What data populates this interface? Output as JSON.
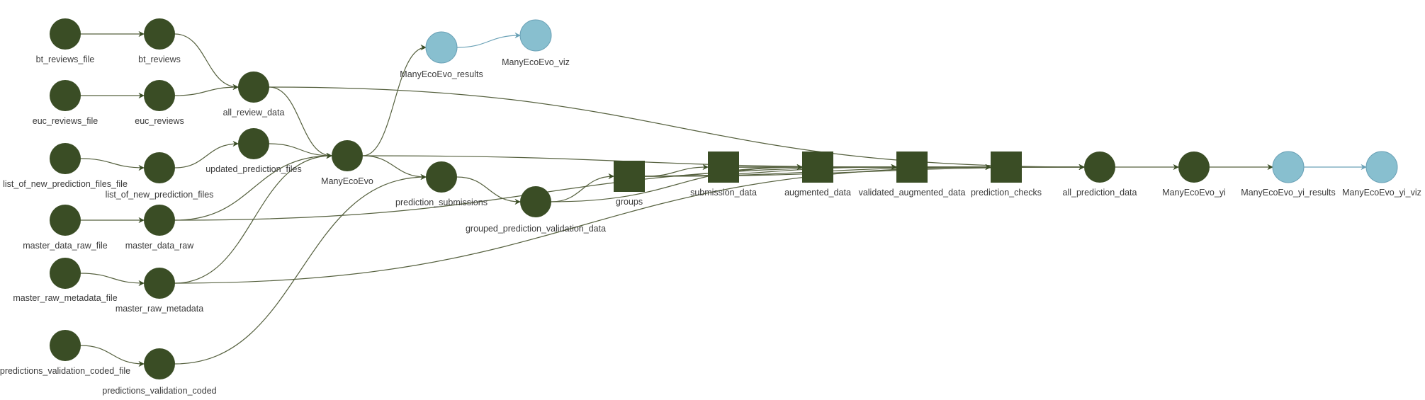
{
  "colors": {
    "dark_node": "#3a4d25",
    "light_node": "#88bfcf",
    "dark_edge": "#56613f",
    "light_edge": "#6aa1b6",
    "label": "#3a3a3a"
  },
  "nodes": [
    {
      "id": "bt_reviews_file",
      "label": "bt_reviews_file",
      "shape": "circle",
      "style": "dark"
    },
    {
      "id": "bt_reviews",
      "label": "bt_reviews",
      "shape": "circle",
      "style": "dark"
    },
    {
      "id": "euc_reviews_file",
      "label": "euc_reviews_file",
      "shape": "circle",
      "style": "dark"
    },
    {
      "id": "euc_reviews",
      "label": "euc_reviews",
      "shape": "circle",
      "style": "dark"
    },
    {
      "id": "all_review_data",
      "label": "all_review_data",
      "shape": "circle",
      "style": "dark"
    },
    {
      "id": "list_of_new_prediction_files_file",
      "label": "list_of_new_prediction_files_file",
      "shape": "circle",
      "style": "dark"
    },
    {
      "id": "list_of_new_prediction_files",
      "label": "list_of_new_prediction_files",
      "shape": "circle",
      "style": "dark"
    },
    {
      "id": "updated_prediction_files",
      "label": "updated_prediction_files",
      "shape": "circle",
      "style": "dark"
    },
    {
      "id": "master_data_raw_file",
      "label": "master_data_raw_file",
      "shape": "circle",
      "style": "dark"
    },
    {
      "id": "master_data_raw",
      "label": "master_data_raw",
      "shape": "circle",
      "style": "dark"
    },
    {
      "id": "master_raw_metadata_file",
      "label": "master_raw_metadata_file",
      "shape": "circle",
      "style": "dark"
    },
    {
      "id": "master_raw_metadata",
      "label": "master_raw_metadata",
      "shape": "circle",
      "style": "dark"
    },
    {
      "id": "predictions_validation_coded_file",
      "label": "predictions_validation_coded_file",
      "shape": "circle",
      "style": "dark"
    },
    {
      "id": "predictions_validation_coded",
      "label": "predictions_validation_coded",
      "shape": "circle",
      "style": "dark"
    },
    {
      "id": "ManyEcoEvo",
      "label": "ManyEcoEvo",
      "shape": "circle",
      "style": "dark"
    },
    {
      "id": "ManyEcoEvo_results",
      "label": "ManyEcoEvo_results",
      "shape": "circle",
      "style": "light"
    },
    {
      "id": "ManyEcoEvo_viz",
      "label": "ManyEcoEvo_viz",
      "shape": "circle",
      "style": "light"
    },
    {
      "id": "prediction_submissions",
      "label": "prediction_submissions",
      "shape": "circle",
      "style": "dark"
    },
    {
      "id": "grouped_prediction_validation_data",
      "label": "grouped_prediction_validation_data",
      "shape": "circle",
      "style": "dark"
    },
    {
      "id": "groups",
      "label": "groups",
      "shape": "square",
      "style": "dark"
    },
    {
      "id": "submission_data",
      "label": "submission_data",
      "shape": "square",
      "style": "dark"
    },
    {
      "id": "augmented_data",
      "label": "augmented_data",
      "shape": "square",
      "style": "dark"
    },
    {
      "id": "validated_augmented_data",
      "label": "validated_augmented_data",
      "shape": "square",
      "style": "dark"
    },
    {
      "id": "prediction_checks",
      "label": "prediction_checks",
      "shape": "square",
      "style": "dark"
    },
    {
      "id": "all_prediction_data",
      "label": "all_prediction_data",
      "shape": "circle",
      "style": "dark"
    },
    {
      "id": "ManyEcoEvo_yi",
      "label": "ManyEcoEvo_yi",
      "shape": "circle",
      "style": "dark"
    },
    {
      "id": "ManyEcoEvo_yi_results",
      "label": "ManyEcoEvo_yi_results",
      "shape": "circle",
      "style": "light"
    },
    {
      "id": "ManyEcoEvo_yi_viz",
      "label": "ManyEcoEvo_yi_viz",
      "shape": "circle",
      "style": "light"
    }
  ],
  "edges": [
    {
      "from": "bt_reviews_file",
      "to": "bt_reviews"
    },
    {
      "from": "euc_reviews_file",
      "to": "euc_reviews"
    },
    {
      "from": "bt_reviews",
      "to": "all_review_data"
    },
    {
      "from": "euc_reviews",
      "to": "all_review_data"
    },
    {
      "from": "list_of_new_prediction_files_file",
      "to": "list_of_new_prediction_files"
    },
    {
      "from": "list_of_new_prediction_files",
      "to": "updated_prediction_files"
    },
    {
      "from": "master_data_raw_file",
      "to": "master_data_raw"
    },
    {
      "from": "master_raw_metadata_file",
      "to": "master_raw_metadata"
    },
    {
      "from": "predictions_validation_coded_file",
      "to": "predictions_validation_coded"
    },
    {
      "from": "all_review_data",
      "to": "ManyEcoEvo"
    },
    {
      "from": "updated_prediction_files",
      "to": "ManyEcoEvo"
    },
    {
      "from": "master_data_raw",
      "to": "ManyEcoEvo"
    },
    {
      "from": "master_raw_metadata",
      "to": "ManyEcoEvo"
    },
    {
      "from": "ManyEcoEvo",
      "to": "ManyEcoEvo_results"
    },
    {
      "from": "ManyEcoEvo_results",
      "to": "ManyEcoEvo_viz",
      "style": "light"
    },
    {
      "from": "ManyEcoEvo",
      "to": "prediction_submissions"
    },
    {
      "from": "predictions_validation_coded",
      "to": "prediction_submissions"
    },
    {
      "from": "prediction_submissions",
      "to": "grouped_prediction_validation_data"
    },
    {
      "from": "grouped_prediction_validation_data",
      "to": "groups"
    },
    {
      "from": "groups",
      "to": "submission_data"
    },
    {
      "from": "groups",
      "to": "augmented_data"
    },
    {
      "from": "groups",
      "to": "validated_augmented_data"
    },
    {
      "from": "groups",
      "to": "prediction_checks"
    },
    {
      "from": "groups",
      "to": "all_prediction_data"
    },
    {
      "from": "submission_data",
      "to": "augmented_data"
    },
    {
      "from": "submission_data",
      "to": "validated_augmented_data"
    },
    {
      "from": "submission_data",
      "to": "prediction_checks"
    },
    {
      "from": "submission_data",
      "to": "all_prediction_data"
    },
    {
      "from": "augmented_data",
      "to": "validated_augmented_data"
    },
    {
      "from": "augmented_data",
      "to": "prediction_checks"
    },
    {
      "from": "augmented_data",
      "to": "all_prediction_data"
    },
    {
      "from": "validated_augmented_data",
      "to": "prediction_checks"
    },
    {
      "from": "validated_augmented_data",
      "to": "all_prediction_data"
    },
    {
      "from": "prediction_checks",
      "to": "all_prediction_data"
    },
    {
      "from": "ManyEcoEvo",
      "to": "validated_augmented_data"
    },
    {
      "from": "all_review_data",
      "to": "all_prediction_data"
    },
    {
      "from": "master_data_raw",
      "to": "validated_augmented_data"
    },
    {
      "from": "master_raw_metadata",
      "to": "prediction_checks"
    },
    {
      "from": "grouped_prediction_validation_data",
      "to": "augmented_data"
    },
    {
      "from": "all_prediction_data",
      "to": "ManyEcoEvo_yi"
    },
    {
      "from": "ManyEcoEvo_yi",
      "to": "ManyEcoEvo_yi_results"
    },
    {
      "from": "ManyEcoEvo_yi_results",
      "to": "ManyEcoEvo_yi_viz",
      "style": "light"
    }
  ]
}
